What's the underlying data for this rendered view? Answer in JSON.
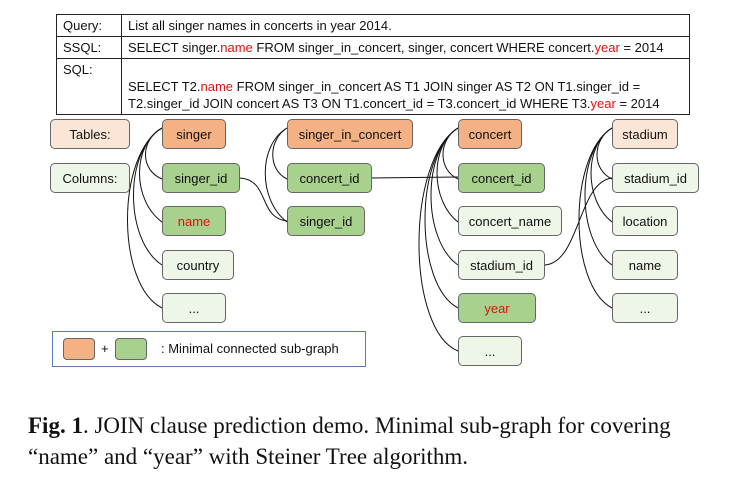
{
  "query_table": {
    "rows": [
      {
        "key": "Query:",
        "pre": "List all singer names in concerts in year 2014.",
        "parts": []
      },
      {
        "key": "SSQL:",
        "parts": [
          {
            "t": "SELECT singer.",
            "red": false
          },
          {
            "t": "name",
            "red": true
          },
          {
            "t": " FROM singer_in_concert,  singer,  concert WHERE concert.",
            "red": false
          },
          {
            "t": "year",
            "red": true
          },
          {
            "t": " = 2014",
            "red": false
          }
        ]
      },
      {
        "key": "SQL:",
        "parts": [
          {
            "t": "SELECT T2.",
            "red": false
          },
          {
            "t": "name",
            "red": true
          },
          {
            "t": " FROM singer_in_concert  AS T1 JOIN singer AS T2 ON T1.singer_id =",
            "red": false
          },
          {
            "t": "\nT2.singer_id JOIN concert AS T3 ON T1.concert_id = T3.concert_id WHERE T3.",
            "red": false
          },
          {
            "t": "year",
            "red": true
          },
          {
            "t": " = 2014",
            "red": false
          }
        ]
      }
    ]
  },
  "labels": {
    "tables": "Tables:",
    "columns": "Columns:"
  },
  "nodes": {
    "singer": "singer",
    "singer_id": "singer_id",
    "name": "name",
    "country": "country",
    "singer_more": "...",
    "sic": "singer_in_concert",
    "sic_concert_id": "concert_id",
    "sic_singer_id": "singer_id",
    "concert": "concert",
    "concert_concert_id": "concert_id",
    "concert_name": "concert_name",
    "concert_stadium_id": "stadium_id",
    "year": "year",
    "concert_more": "...",
    "stadium": "stadium",
    "stadium_stadium_id": "stadium_id",
    "location": "location",
    "stadium_name": "name",
    "stadium_more": "..."
  },
  "legend": {
    "plus": "+",
    "text": ": Minimal connected sub-graph"
  },
  "caption": {
    "bold": "Fig. 1",
    "text": ". JOIN clause prediction demo. Minimal sub-graph for covering “name” and “year” with Steiner Tree algorithm."
  },
  "colors": {
    "table_node": "#f4b183",
    "column_node": "#a9d18e",
    "plain_node": "#eef6e8",
    "highlight_text": "#dd1111"
  }
}
